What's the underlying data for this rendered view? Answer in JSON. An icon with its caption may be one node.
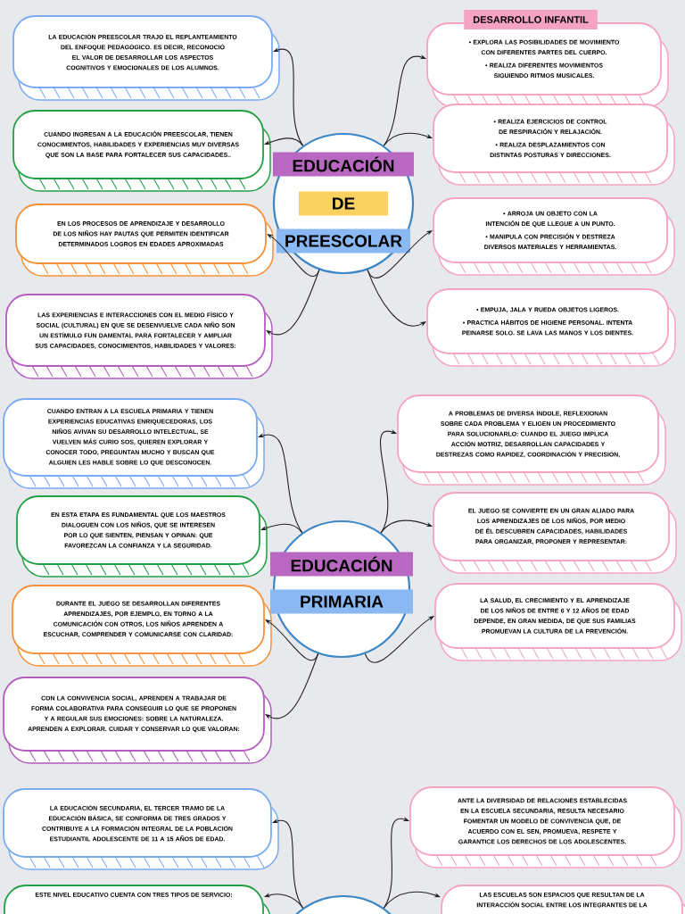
{
  "diagram": {
    "nodes": [
      {
        "text": [],
        "shape": "circle"
      },
      {
        "text": [
          "EDUCACIÓN"
        ],
        "in": 0
      },
      {
        "text": [
          "DE"
        ],
        "in": 0
      },
      {
        "text": [
          "PREESCOLAR"
        ],
        "in": 0
      },
      {
        "text": [
          "LA EDUCACIÓN PREESCOLAR TRAJO EL REPLANTEAMIENTO DEL ENFOQUE PEDAGÓGICO. ES DECIR, RECONOCIÓ EL VALOR DE DESARROLLAR LOS ASPECTOS COGNITIVOS Y EMOCIONALES DE LOS ALUMNOS."
        ]
      },
      {
        "text": [
          "CUANDO INGRESAN A LA EDUCACIÓN PREESCOLAR, TIENEN CONOCIMIENTOS, HABILIDADES Y EXPERIENCIAS MUY DIVERSAS QUE SON LA BASE PARA FORTALECER SUS CAPACIDADES.."
        ]
      },
      {
        "text": [
          "EN LOS PROCESOS DE APRENDIZAJE Y DESARROLLO DE LOS NIÑOS HAY PAUTAS QUE PERMITEN IDENTIFICAR DETERMINADOS LOGROS EN EDADES APROXIMADAS"
        ]
      },
      {
        "text": [
          "LAS EXPERIENCIAS E INTERACCIONES CON EL MEDIO FÍSICO Y SOCIAL (CULTURAL) EN QUE SE DESENVUELVE CADA NIÑO SON UN ESTÍMULO FUN DAMENTAL PARA FORTALECER Y AMPLIAR SUS CAPACIDADES, CONOCIMIENTOS, HABILIDADES Y VALORES:"
        ]
      },
      {
        "text": [
          "DESARROLLO INFANTIL"
        ]
      },
      {
        "text": [
          "• EXPLORA LAS POSIBILIDADES DE MOVIMIENTO CON DIFERENTES PARTES DEL CUERPO.",
          "• REALIZA DIFERENTES MOVIMIENTOS SIGUIENDO RITMOS MUSICALES."
        ]
      },
      {
        "text": [
          "• REALIZA EJERCICIOS DE CONTROL DE RESPIRACIÓN Y RELAJACIÓN.",
          "• REALIZA DESPLAZAMIENTOS CON DISTINTAS POSTURAS Y DIRECCIONES."
        ]
      },
      {
        "text": [
          "• ARROJA UN OBJETO CON LA INTENCIÓN DE QUE LLEGUE A UN PUNTO.",
          "• MANIPULA CON PRECISIÓN Y DESTREZA DIVERSOS MATERIALES Y HERRAMIENTAS."
        ]
      },
      {
        "text": [
          "• EMPUJA, JALA Y RUEDA OBJETOS LIGEROS.",
          "• PRACTICA HÁBITOS DE HIGIENE PERSONAL. INTENTA PEINARSE SOLO. SE LAVA LAS MANOS Y LOS DIENTES."
        ]
      },
      {
        "text": [],
        "shape": "circle"
      },
      {
        "text": [
          "EDUCACIÓN"
        ],
        "in": 13
      },
      {
        "text": [
          "PRIMARIA"
        ],
        "in": 13
      },
      {
        "text": [
          "CUANDO ENTRAN A LA ESCUELA PRIMARIA Y TIENEN EXPERIENCIAS EDUCATIVAS ENRIQUECEDORAS, LOS NIÑOS AVIVAN SU DESARROLLO INTELECTUAL, SE VUELVEN MÁS CURIO SOS, QUIEREN EXPLORAR Y CONOCER TODO, PREGUNTAN MUCHO Y BUSCAN QUE ALGUIEN LES HABLE SOBRE LO QUE DESCONOCEN."
        ]
      },
      {
        "text": [
          "EN ESTA ETAPA ES FUNDAMENTAL QUE LOS MAESTROS DIALOGUEN CON LOS NIÑOS, QUE SE INTERESEN POR LO QUE SIENTEN, PIENSAN Y OPINAN: QUE FAVOREZCAN LA CONFIANZA Y LA SEGURIDAD."
        ]
      },
      {
        "text": [
          "DURANTE EL JUEGO SE DESARROLLAN DIFERENTES APRENDIZAJES, POR EJEMPLO, EN TORNO A LA COMUNICACIÓN CON OTROS, LOS NIÑOS APRENDEN A ESCUCHAR, COMPRENDER Y COMUNICARSE CON CLARIDAD:"
        ]
      },
      {
        "text": [
          "CON LA CONVIVENCIA SOCIAL, APRENDEN A TRABAJAR DE FORMA COLABORATIVA PARA CONSEGUIR LO QUE SE PROPONEN Y A REGULAR SUS EMOCIONES: SOBRE LA NATURALEZA. APRENDEN A EXPLORAR. CUIDAR Y CONSERVAR LO QUE VALORAN:"
        ]
      },
      {
        "text": [
          "A PROBLEMAS DE DIVERSA ÍNDOLE, REFLEXIONAN SOBRE CADA PROBLEMA Y ELIGEN UN PROCEDIMIENTO PARA SOLUCIONARLO: CUANDO EL JUEGO IMPLICA ACCIÓN MOTRIZ, DESARROLLAN CAPACIDADES Y DESTREZAS COMO RAPIDEZ, COORDINACIÓN Y PRECISIÓN,"
        ]
      },
      {
        "text": [
          "EL JUEGO SE CONVIERTE EN UN GRAN ALIADO PARA LOS APRENDIZAJES DE LOS NIÑOS, POR MEDIO DE ÉL DESCUBREN CAPACIDADES, HABILIDADES PARA ORGANIZAR, PROPONER Y REPRESENTAR:"
        ]
      },
      {
        "text": [
          "LA SALUD, EL CRECIMIENTO Y EL APRENDIZAJE DE LOS NIÑOS DE ENTRE 6 Y 12 AÑOS DE EDAD DEPENDE, EN GRAN MEDIDA, DE QUE SUS FAMILIAS PROMUEVAN LA CULTURA DE LA PREVENCIÓN."
        ]
      },
      {
        "text": [],
        "shape": "circle"
      },
      {
        "text": [
          "LA EDUCACIÓN SECUNDARIA, EL TERCER TRAMO DE LA EDUCACIÓN BÁSICA, SE CONFORMA DE TRES GRADOS Y CONTRIBUYE A LA FORMACIÓN INTEGRAL DE LA POBLACIÓN ESTUDIANTIL ADOLESCENTE DE 11 A 15 AÑOS DE EDAD."
        ]
      },
      {
        "text": [
          "ESTE NIVEL EDUCATIVO CUENTA CON TRES TIPOS DE SERVICIO:"
        ]
      },
      {
        "text": [
          "ANTE LA DIVERSIDAD DE RELACIONES ESTABLECIDAS EN LA ESCUELA SECUNDARIA, RESULTA NECESARIO FOMENTAR UN MODELO DE CONVIVENCIA QUE, DE ACUERDO CON EL SEN, PROMUEVA, RESPETE Y GARANTICE LOS DERECHOS DE LOS ADOLESCENTES."
        ]
      },
      {
        "text": [
          "LAS ESCUELAS SON ESPACIOS QUE RESULTAN DE LA INTERACCIÓN SOCIAL ENTRE LOS INTEGRANTES DE LA"
        ]
      }
    ],
    "edges": [
      {
        "from": 0,
        "to": 4,
        "arrow": "to"
      },
      {
        "from": 0,
        "to": 5,
        "arrow": "to"
      },
      {
        "from": 0,
        "to": 6,
        "arrow": "to"
      },
      {
        "from": 0,
        "to": 7,
        "arrow": "to"
      },
      {
        "from": 0,
        "to": 9,
        "arrow": "to"
      },
      {
        "from": 0,
        "to": 10,
        "arrow": "to"
      },
      {
        "from": 0,
        "to": 11,
        "arrow": "to"
      },
      {
        "from": 0,
        "to": 12,
        "arrow": "to"
      },
      {
        "from": 13,
        "to": 16,
        "arrow": "to"
      },
      {
        "from": 13,
        "to": 17,
        "arrow": "to"
      },
      {
        "from": 13,
        "to": 18,
        "arrow": "to"
      },
      {
        "from": 13,
        "to": 19,
        "arrow": "to"
      },
      {
        "from": 13,
        "to": 20,
        "arrow": "to"
      },
      {
        "from": 13,
        "to": 21,
        "arrow": "to"
      },
      {
        "from": 13,
        "to": 22,
        "arrow": "to"
      },
      {
        "from": 23,
        "to": 24,
        "arrow": "to"
      },
      {
        "from": 23,
        "to": 25,
        "arrow": "to"
      },
      {
        "from": 23,
        "to": 26,
        "arrow": "to"
      },
      {
        "from": 23,
        "to": 27,
        "arrow": "to"
      }
    ]
  }
}
